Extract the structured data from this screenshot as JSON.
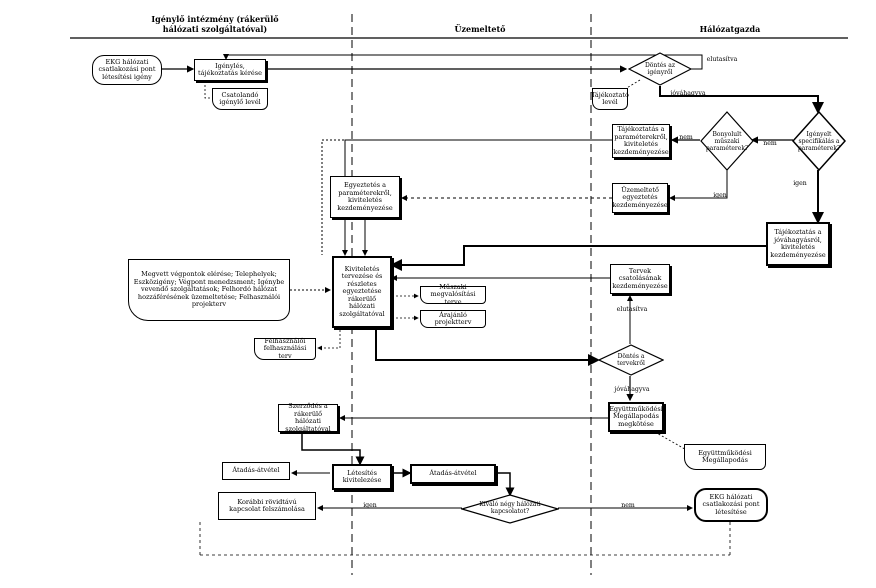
{
  "lanes": {
    "claimant": "Igénylő intézmény (rákerülő hálózati szolgáltatóval)",
    "operator": "Üzemeltető",
    "network_owner": "Hálózatgazda"
  },
  "nodes": {
    "start": "EKG hálózati csatlakozási pont létesítési igény",
    "request": "Igénylés, tájékoztatás kérése",
    "attach_letter": "Csatolandó igénylő levél",
    "decide_needed": "Döntés az igényről",
    "info_letter": "Tájékoztató levél",
    "feasible": "Igényelt specifikálás a paraméterek?",
    "complex": "Bonyolult műszaki paraméterek?",
    "inform_params": "Tájékoztatás a paraméterekről, kiviteletés kezdeményezése",
    "agree": "Egyeztetés a paraméterekről, kiviteletés kezdeményezése",
    "operator_agree": "Üzemeltető egyeztetés kezdeményezése",
    "inform_approval": "Tájékoztatás a jóváhagyásról, kiviteletés kezdeményezése",
    "design": "Kiviteletés tervezése és részletes egyeztetése rákerülő hálózati szolgáltatóval",
    "tech_plan": "Műszaki megvalósítási terve",
    "offer": "Árajánló projektterv",
    "resources": "Megvett végpontok elérése; Telephelyek; Eszközigény; Végpont menedzsment; Igénybe vevendő szolgáltatások; Felhordó hálózat hozzáférésének üzemeltetése; Felhasználói projekterv",
    "user_request": "Felhasználói felhasználási terv",
    "plans_init": "Tervek csatolásának kezdeményezése",
    "decide_plans": "Döntés a tervekről",
    "coop": "Együttműködési Megállapodás megkötése",
    "coop_doc": "Együttműködési Megállapodás",
    "contract": "Szerződés a rákerülő hálózati szolgáltatóval",
    "handover_left": "Átadás-átvétel",
    "build": "Létesítés kivitelezése",
    "handover_mid": "Átadás-átvétel",
    "connect_ok": "Kiváló négy hálózati kapcsolatot?",
    "contract_fix": "Korábbi rövidtávú kapcsolat felszámolása",
    "end": "EKG hálózati csatlakozási pont létesítése"
  },
  "edge_labels": {
    "elutasitva_top": "elutasítva",
    "jovahagyva_top": "jóváhagyva",
    "nem_feasible": "nem",
    "nem_complex": "nem",
    "igen_feasible": "igen",
    "igen_complex": "igen",
    "elutasitva_mid": "elutasítva",
    "jovahagyva_mid": "jóváhagyva",
    "igen_bottom": "igen",
    "nem_bottom": "nem"
  }
}
